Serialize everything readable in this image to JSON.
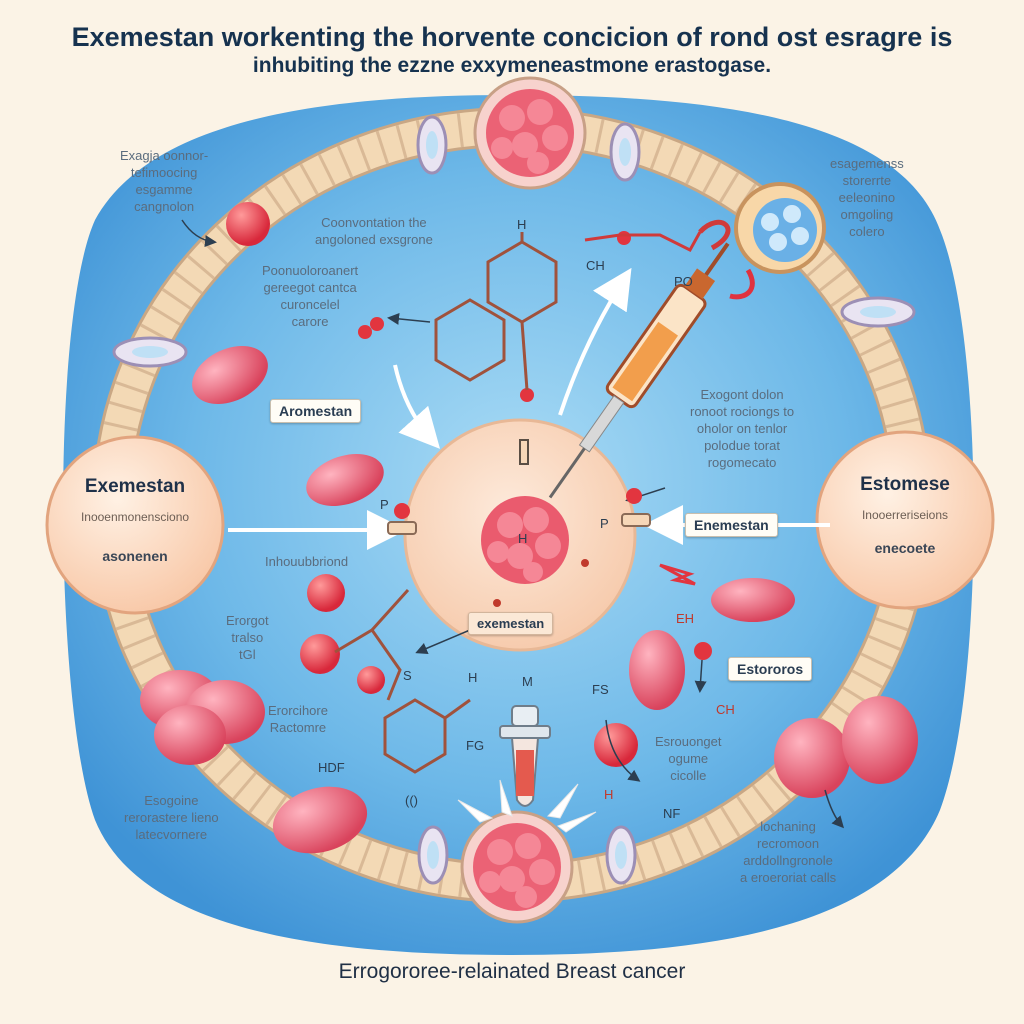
{
  "title": {
    "line1": "Exemestan workenting the horvente concicion of  rond ost esragre is",
    "line2": "inhubiting the ezzne exxymeneastmone erastogase."
  },
  "labels": {
    "top_left": [
      "Exagja oonnor-",
      "tefimoocing",
      "esgamme",
      "cangnolon"
    ],
    "top_center": [
      "Coonvontation the",
      "angoloned exsgrone"
    ],
    "mid_left": [
      "Poonuoloroanert",
      "gereegot cantca",
      "curoncelel",
      "carore"
    ],
    "top_right": [
      "esagemenss",
      "storerrte",
      "eeleonino",
      "omgoling",
      "colero"
    ],
    "right_mid": [
      "Exogont dolon",
      "ronoot rociongs to",
      "oholor on tenlor",
      "polodue torat",
      "rogomecato"
    ],
    "left_lower": [
      "Erorgot",
      "tralso",
      "tGl"
    ],
    "left_lower2": [
      "Erorcihore",
      "Ractomre"
    ],
    "bottom_left": [
      "Esogoine",
      "rerorastere lieno",
      "latecvornere"
    ],
    "bottom_right": [
      "lochaning",
      "recromoon",
      "arddollngronole",
      "a eroeroriat calls"
    ],
    "bottom_center": [
      "Esrouonget",
      "ogume",
      "cicolle"
    ],
    "inhibition": [
      "Inhouubbriond"
    ]
  },
  "tags": {
    "aromestan": "Aromestan",
    "enemestan": "Enemestan",
    "estoroes": "Estororos",
    "cell_label": "exemestan"
  },
  "side_left": {
    "title": "Exemestan",
    "sub": "Inooenmonensciono",
    "sub2": "asonenen"
  },
  "side_right": {
    "title": "Estomese",
    "sub": "Inooerreriseions",
    "sub2": "enecoete"
  },
  "chem": {
    "h_top": "H",
    "ch_top": "CH",
    "po": "PO",
    "p_left": "P",
    "p_right": "P",
    "h_center": "H",
    "s_label": "S",
    "h_lower": "H",
    "m_label": "M",
    "fs_label": "FS",
    "fg_label": "FG",
    "hdf_label": "HDF",
    "paren_label": "(()",
    "h_bottom": "H",
    "nf_label": "NF",
    "eh_label": "EH",
    "ch_right": "CH"
  },
  "footer": "Errogororee-relainated Breast cancer",
  "colors": {
    "background": "#fbf3e6",
    "membrane": "#f3d9b5",
    "blob": "#7cc0ea",
    "tumor": "#ea5b6e",
    "cell": "#fbdcc2",
    "red_cell": "#e2566c"
  }
}
